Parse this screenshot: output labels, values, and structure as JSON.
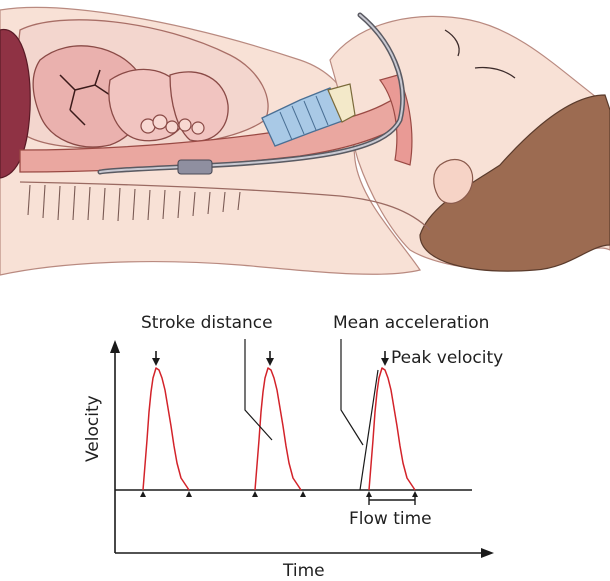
{
  "labels": {
    "stroke_distance": "Stroke distance",
    "mean_acceleration": "Mean acceleration",
    "peak_velocity": "Peak velocity",
    "flow_time": "Flow time",
    "y_axis": "Velocity",
    "x_axis": "Time"
  },
  "waveform": {
    "type": "line",
    "beats": 3,
    "shape": "triangular velocity pulse per beat"
  },
  "colors": {
    "waveform": "#d3232a",
    "skin": "#f8e1d6",
    "tissue": "#eaa7a0",
    "organ": "#f1c4c0",
    "hair": "#9c6b51",
    "probe": "#a9c9e6",
    "aorta": "#c9736e"
  },
  "illustration": {
    "subject": "patient-with-oesophageal-doppler-probe"
  }
}
